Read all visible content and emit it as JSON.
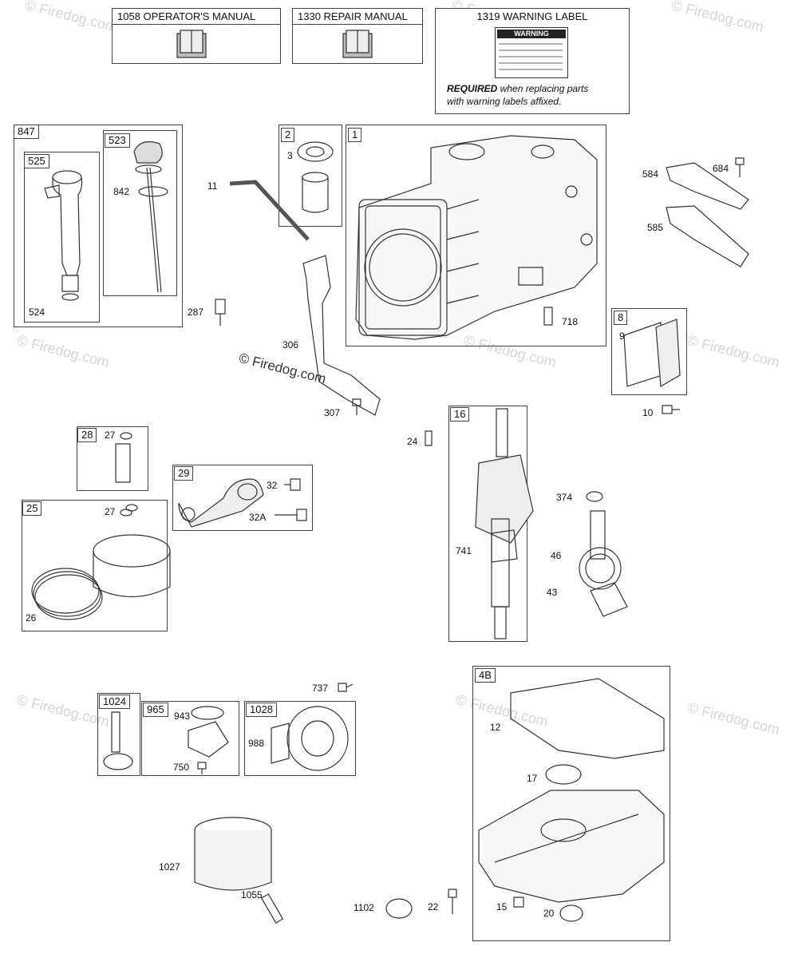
{
  "manuals": {
    "operators": "1058 OPERATOR'S MANUAL",
    "repair": "1330 REPAIR MANUAL",
    "warning": "1319 WARNING LABEL",
    "warning_label_heading": "WARNING",
    "required_bold": "REQUIRED",
    "required_rest1": " when replacing parts",
    "required_rest2": "with warning labels affixed."
  },
  "groups": {
    "g847": "847",
    "g525": "525",
    "g523": "523",
    "g2": "2",
    "g1": "1",
    "g8": "8",
    "g16": "16",
    "g28": "28",
    "g29": "29",
    "g25": "25",
    "g1024": "1024",
    "g965": "965",
    "g1028": "1028",
    "g4b": "4B"
  },
  "parts": {
    "p842": "842",
    "p524": "524",
    "p3": "3",
    "p11": "11",
    "p287": "287",
    "p306": "306",
    "p307": "307",
    "p584": "584",
    "p684": "684",
    "p585": "585",
    "p718": "718",
    "p9": "9",
    "p10": "10",
    "p24": "24",
    "p27a": "27",
    "p27b": "27",
    "p32": "32",
    "p32a": "32A",
    "p26": "26",
    "p374": "374",
    "p741": "741",
    "p46": "46",
    "p43": "43",
    "p737": "737",
    "p943": "943",
    "p750": "750",
    "p988": "988",
    "p12": "12",
    "p17": "17",
    "p1027": "1027",
    "p1055": "1055",
    "p1102": "1102",
    "p22": "22",
    "p15": "15",
    "p20": "20"
  },
  "watermarks": {
    "brand": "© Firedog.com",
    "copyright": "© Firedog.com"
  },
  "colors": {
    "line": "#333333",
    "box": "#444444",
    "watermark": "#d5d5d5"
  }
}
